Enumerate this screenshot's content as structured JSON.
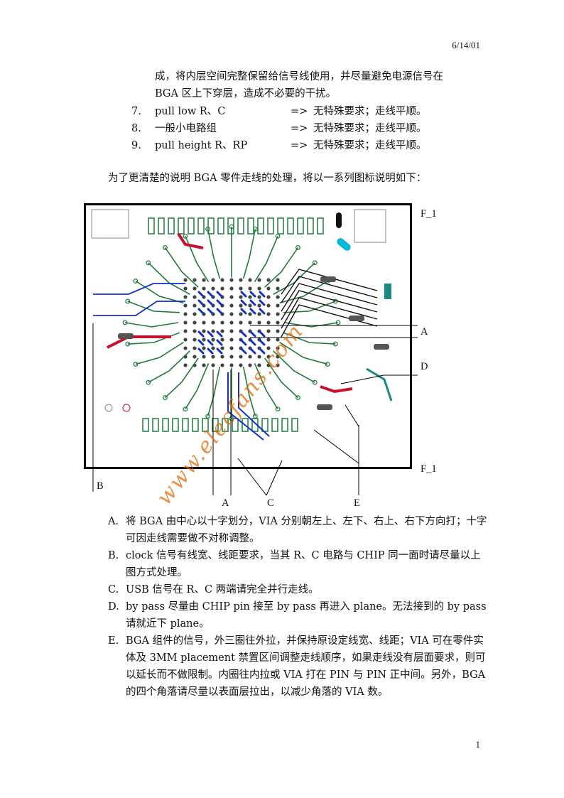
{
  "header": {
    "date": "6/14/01"
  },
  "continuation": [
    "成，将内层空间完整保留给信号线使用，并尽量避免电源信号在",
    "BGA 区上下穿层，造成不必要的干扰。"
  ],
  "list": [
    {
      "num": "7.",
      "name": "pull low R、C",
      "arrow": "=>",
      "desc": "无特殊要求；走线平顺。"
    },
    {
      "num": "8.",
      "name": "一般小电路组",
      "arrow": "=>",
      "desc": "无特殊要求；走线平顺。"
    },
    {
      "num": "9.",
      "name": "pull height R、RP",
      "arrow": "=>",
      "desc": "无特殊要求；走线平顺。"
    }
  ],
  "intro": "为了更清楚的说明 BGA 零件走线的处理，将以一系列图标说明如下：",
  "figure": {
    "labels": {
      "f1_top": "F_1",
      "f1_bottom": "F_1",
      "a_right": "A",
      "d_right": "D",
      "b": "B",
      "a_bottom": "A",
      "c": "C",
      "e": "E"
    },
    "colors": {
      "trace_green": "#1f7a3a",
      "trace_red": "#c8102e",
      "trace_blue": "#1030c8",
      "trace_black": "#111111",
      "trace_teal": "#178a82",
      "pad_cyan": "#00b8d8",
      "pad_gray": "#555555"
    }
  },
  "notes": [
    {
      "letter": "A.",
      "text": "将 BGA 由中心以十字划分，VIA 分别朝左上、左下、右上、右下方向打；十字可因走线需要做不对称调整。"
    },
    {
      "letter": "B.",
      "text": "clock 信号有线宽、线距要求，当其 R、C 电路与 CHIP 同一面时请尽量以上图方式处理。"
    },
    {
      "letter": "C.",
      "text": "USB 信号在 R、C 两端请完全并行走线。"
    },
    {
      "letter": "D.",
      "text": "by pass 尽量由 CHIP pin 接至 by pass 再进入 plane。无法接到的 by pass 请就近下 plane。"
    },
    {
      "letter": "E.",
      "text": " BGA 组件的信号，外三圈往外拉，并保持原设定线宽、线距；VIA 可在零件实体及 3MM placement 禁置区间调整走线顺序，如果走线没有层面要求，则可以延长而不做限制。内圈往内拉或 VIA 打在 PIN 与 PIN 正中间。另外，BGA 的四个角落请尽量以表面层拉出，以减少角落的 VIA 数。"
    }
  ],
  "watermark": "www.elecfans.com",
  "footer": {
    "page": "1"
  }
}
